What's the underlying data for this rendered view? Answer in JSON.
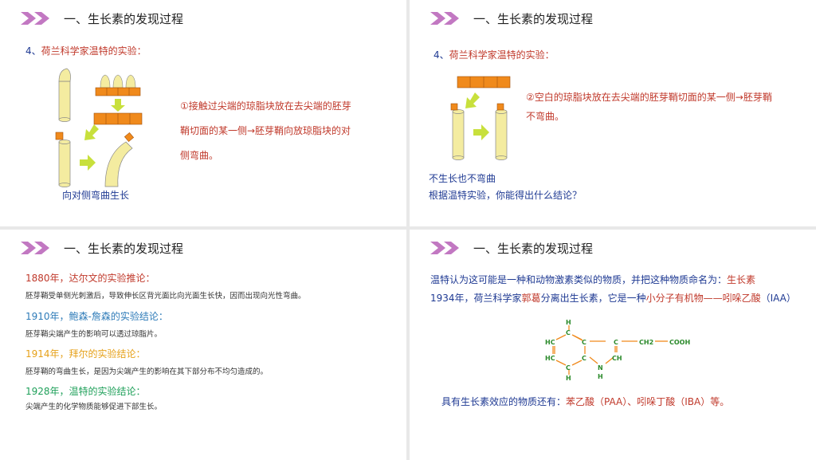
{
  "header": {
    "title": "一、生长素的发现过程"
  },
  "slide1": {
    "heading_num": "4、",
    "heading_text": "荷兰科学家温特的实验：",
    "description_lines": [
      "①接触过尖端的琼脂块放在去尖端的胚芽",
      "鞘切面的某一侧→胚芽鞘向放琼脂块的对",
      "侧弯曲。"
    ],
    "caption": "向对侧弯曲生长"
  },
  "slide2": {
    "heading_num": "4、",
    "heading_text": "荷兰科学家温特的实验：",
    "description_lines": [
      "②空白的琼脂块放在去尖端的胚芽鞘切面的某一侧→胚芽鞘",
      "不弯曲。"
    ],
    "result": "不生长也不弯曲",
    "question": "根据温特实验，你能得出什么结论？"
  },
  "slide3": {
    "entries": [
      {
        "title": "1880年，达尔文的实验推论：",
        "body": "胚芽鞘受单侧光刺激后，导致伸长区背光面比向光面生长快，因而出现向光性弯曲。",
        "color": "#c0392b"
      },
      {
        "title": "1910年，鲍森-詹森的实验结论：",
        "body": "胚芽鞘尖端产生的影响可以透过琼脂片。",
        "color": "#2e7bb8"
      },
      {
        "title": "1914年，拜尔的实验结论：",
        "body": "胚芽鞘的弯曲生长，是因为尖端产生的影响在其下部分布不均匀造成的。",
        "color": "#e6a11a"
      },
      {
        "title": "1928年，温特的实验结论：",
        "body": "尖端产生的化学物质能够促进下部生长。",
        "color": "#1fa05a"
      }
    ]
  },
  "slide4": {
    "line1_a": "温特认为这可能是一种和动物激素类似的物质，并把这种物质命名为：",
    "line1_b": "生长素",
    "line2_a": "1934年，荷兰科学家",
    "line2_b": "郭葛",
    "line2_c": "分离出生长素，它是一种",
    "line2_d": "小分子有机物——吲哚乙酸",
    "line2_e": "（IAA）",
    "molecule": {
      "atoms": [
        "H",
        "C",
        "HC",
        "C",
        "C",
        "CH2",
        "COOH",
        "HC",
        "C",
        "CH",
        "C",
        "N",
        "H",
        "H"
      ]
    },
    "line3_a": "具有生长素效应的物质还有：",
    "line3_b": "苯乙酸（PAA）、吲哚丁酸（IBA）等。"
  },
  "colors": {
    "accent": "#c278c2",
    "navy": "#1f3a93",
    "red": "#c0392b",
    "agar": "#f08a1c",
    "stem": "#f4eca0",
    "arrow": "#c8e03c"
  }
}
